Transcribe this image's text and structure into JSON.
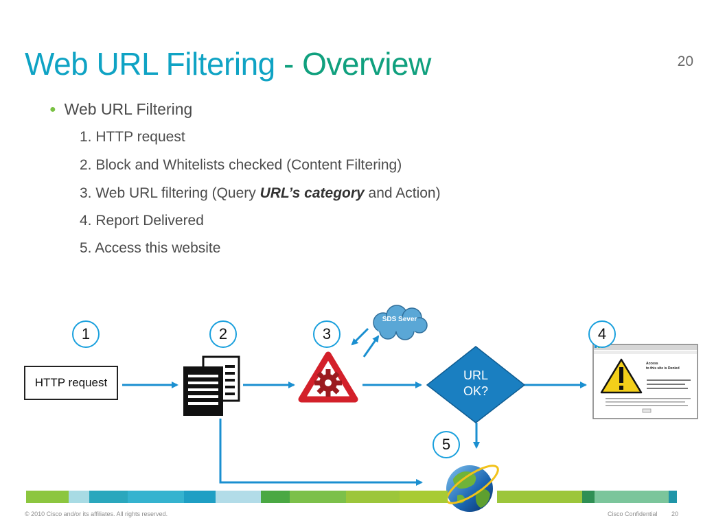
{
  "slide": {
    "title_part1": "Web URL Filtering",
    "title_part2": " - Overview",
    "number": "20"
  },
  "bullets": {
    "main": "Web URL Filtering",
    "step1": "1. HTTP request",
    "step2": "2. Block and Whitelists checked (Content Filtering)",
    "step3_pre": "3. Web URL filtering (Query ",
    "step3_bold": "URL’s category",
    "step3_post": " and Action)",
    "step4": "4. Report Delivered",
    "step5": "5. Access this website"
  },
  "diagram": {
    "n1": "1",
    "n2": "2",
    "n3": "3",
    "n4": "4",
    "n5": "5",
    "http_box": "HTTP request",
    "cloud_label": "SDS Sever",
    "decision_line1": "URL",
    "decision_line2": "OK?",
    "denied_line1": "Access",
    "denied_line2": "to this site is Denied"
  },
  "footer": {
    "copyright": "© 2010 Cisco and/or its affiliates. All rights reserved.",
    "confidential": "Cisco Confidential",
    "page": "20"
  },
  "colors": {
    "title_blue": "#0fa3c4",
    "title_green": "#10a07e",
    "arrow": "#1a8fd0",
    "decision": "#1a7fc1",
    "warning_red": "#d3202a",
    "cloud": "#5aa7d6"
  }
}
